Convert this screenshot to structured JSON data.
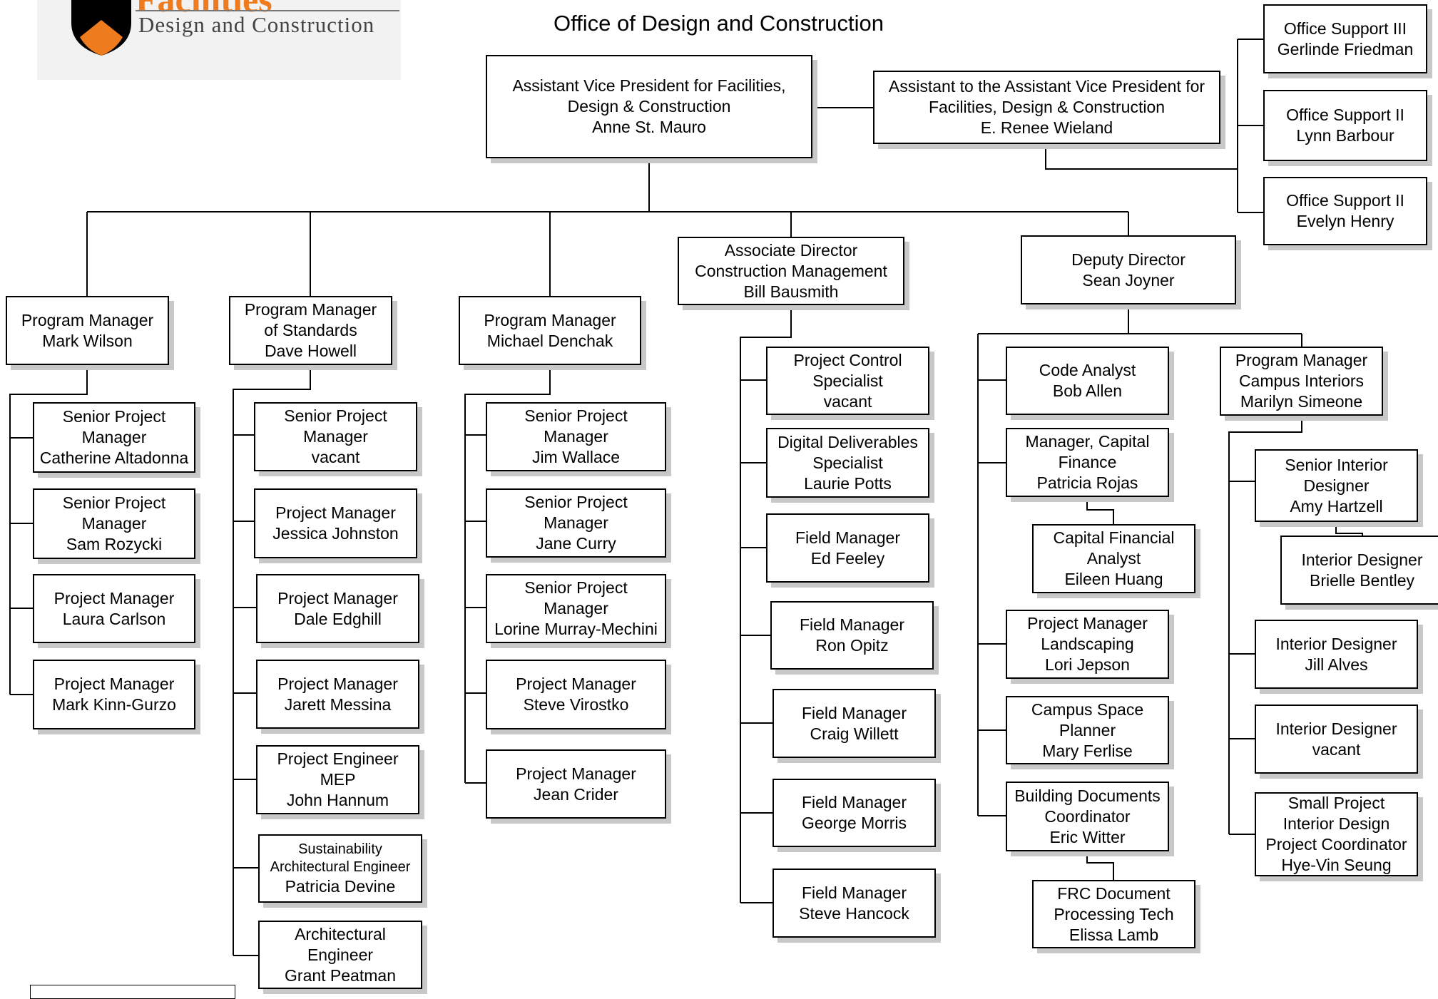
{
  "title": "Office of Design and Construction",
  "logo": {
    "word": "Facilities",
    "subtitle": "Design and Construction",
    "colors": {
      "orange": "#ee7c1e",
      "black": "#000000"
    }
  },
  "boxes": [
    {
      "id": "avp",
      "lines": [
        "Assistant Vice President for Facilities,",
        "Design & Construction",
        "Anne St. Mauro"
      ]
    },
    {
      "id": "assistant",
      "lines": [
        "Assistant to the Assistant Vice President for",
        "Facilities, Design & Construction",
        "E. Renee Wieland"
      ]
    },
    {
      "id": "os3",
      "lines": [
        "Office Support III",
        "Gerlinde Friedman"
      ]
    },
    {
      "id": "os2a",
      "lines": [
        "Office Support II",
        "Lynn Barbour"
      ]
    },
    {
      "id": "os2b",
      "lines": [
        "Office Support II",
        "Evelyn Henry"
      ]
    },
    {
      "id": "pm-wilson",
      "lines": [
        "Program Manager",
        "Mark Wilson"
      ]
    },
    {
      "id": "pm-howell",
      "lines": [
        "Program Manager",
        "of Standards",
        "Dave Howell"
      ]
    },
    {
      "id": "pm-denchak",
      "lines": [
        "Program Manager",
        "Michael Denchak"
      ]
    },
    {
      "id": "ad-bausmith",
      "lines": [
        "Associate Director",
        "Construction Management",
        "Bill Bausmith"
      ]
    },
    {
      "id": "dd-joyner",
      "lines": [
        "Deputy Director",
        "Sean Joyner"
      ]
    },
    {
      "id": "spm-altadonna",
      "lines": [
        "Senior Project",
        "Manager",
        "Catherine Altadonna"
      ]
    },
    {
      "id": "spm-rozycki",
      "lines": [
        "Senior Project",
        "Manager",
        "Sam Rozycki"
      ]
    },
    {
      "id": "pm-carlson",
      "lines": [
        "Project Manager",
        "Laura Carlson"
      ]
    },
    {
      "id": "pm-kinn",
      "lines": [
        "Project Manager",
        "Mark Kinn-Gurzo"
      ]
    },
    {
      "id": "spm-vacant",
      "lines": [
        "Senior Project",
        "Manager",
        "vacant"
      ]
    },
    {
      "id": "pm-johnston",
      "lines": [
        "Project Manager",
        "Jessica Johnston"
      ]
    },
    {
      "id": "pm-edghill",
      "lines": [
        "Project Manager",
        "Dale Edghill"
      ]
    },
    {
      "id": "pm-messina",
      "lines": [
        "Project Manager",
        "Jarett Messina"
      ]
    },
    {
      "id": "pe-hannum",
      "lines": [
        "Project Engineer",
        "MEP",
        "John Hannum"
      ]
    },
    {
      "id": "sae-devine",
      "lines": [
        "Sustainability",
        "Architectural Engineer",
        "Patricia Devine"
      ]
    },
    {
      "id": "ae-peatman",
      "lines": [
        "Architectural",
        "Engineer",
        "Grant Peatman"
      ]
    },
    {
      "id": "spm-wallace",
      "lines": [
        "Senior Project",
        "Manager",
        "Jim Wallace"
      ]
    },
    {
      "id": "spm-curry",
      "lines": [
        "Senior Project",
        "Manager",
        "Jane Curry"
      ]
    },
    {
      "id": "spm-murray",
      "lines": [
        "Senior Project",
        "Manager",
        "Lorine Murray-Mechini"
      ]
    },
    {
      "id": "pm-virostko",
      "lines": [
        "Project Manager",
        "Steve Virostko"
      ]
    },
    {
      "id": "pm-crider",
      "lines": [
        "Project Manager",
        "Jean Crider"
      ]
    },
    {
      "id": "pcs-vacant",
      "lines": [
        "Project Control",
        "Specialist",
        "vacant"
      ]
    },
    {
      "id": "dds-potts",
      "lines": [
        "Digital Deliverables",
        "Specialist",
        "Laurie Potts"
      ]
    },
    {
      "id": "fm-feeley",
      "lines": [
        "Field Manager",
        "Ed Feeley"
      ]
    },
    {
      "id": "fm-opitz",
      "lines": [
        "Field Manager",
        "Ron Opitz"
      ]
    },
    {
      "id": "fm-willett",
      "lines": [
        "Field Manager",
        "Craig Willett"
      ]
    },
    {
      "id": "fm-morris",
      "lines": [
        "Field Manager",
        "George Morris"
      ]
    },
    {
      "id": "fm-hancock",
      "lines": [
        "Field Manager",
        "Steve Hancock"
      ]
    },
    {
      "id": "ca-allen",
      "lines": [
        "Code Analyst",
        "Bob Allen"
      ]
    },
    {
      "id": "mcf-rojas",
      "lines": [
        "Manager, Capital",
        "Finance",
        "Patricia Rojas"
      ]
    },
    {
      "id": "cfa-huang",
      "lines": [
        "Capital Financial",
        "Analyst",
        "Eileen Huang"
      ]
    },
    {
      "id": "pml-jepson",
      "lines": [
        "Project Manager",
        "Landscaping",
        "Lori Jepson"
      ]
    },
    {
      "id": "csp-ferlise",
      "lines": [
        "Campus Space",
        "Planner",
        "Mary Ferlise"
      ]
    },
    {
      "id": "bdc-witter",
      "lines": [
        "Building Documents",
        "Coordinator",
        "Eric Witter"
      ]
    },
    {
      "id": "frc-lamb",
      "lines": [
        "FRC Document",
        "Processing Tech",
        "Elissa Lamb"
      ]
    },
    {
      "id": "pmci-simeone",
      "lines": [
        "Program Manager",
        "Campus Interiors",
        "Marilyn Simeone"
      ]
    },
    {
      "id": "sid-hartzell",
      "lines": [
        "Senior Interior",
        "Designer",
        "Amy Hartzell"
      ]
    },
    {
      "id": "id-bentley",
      "lines": [
        "Interior Designer",
        "Brielle Bentley"
      ]
    },
    {
      "id": "id-alves",
      "lines": [
        "Interior Designer",
        "Jill Alves"
      ]
    },
    {
      "id": "id-vacant",
      "lines": [
        "Interior Designer",
        "vacant"
      ]
    },
    {
      "id": "spid-seung",
      "lines": [
        "Small Project",
        "Interior Design",
        "Project Coordinator",
        "Hye-Vin Seung"
      ]
    }
  ]
}
